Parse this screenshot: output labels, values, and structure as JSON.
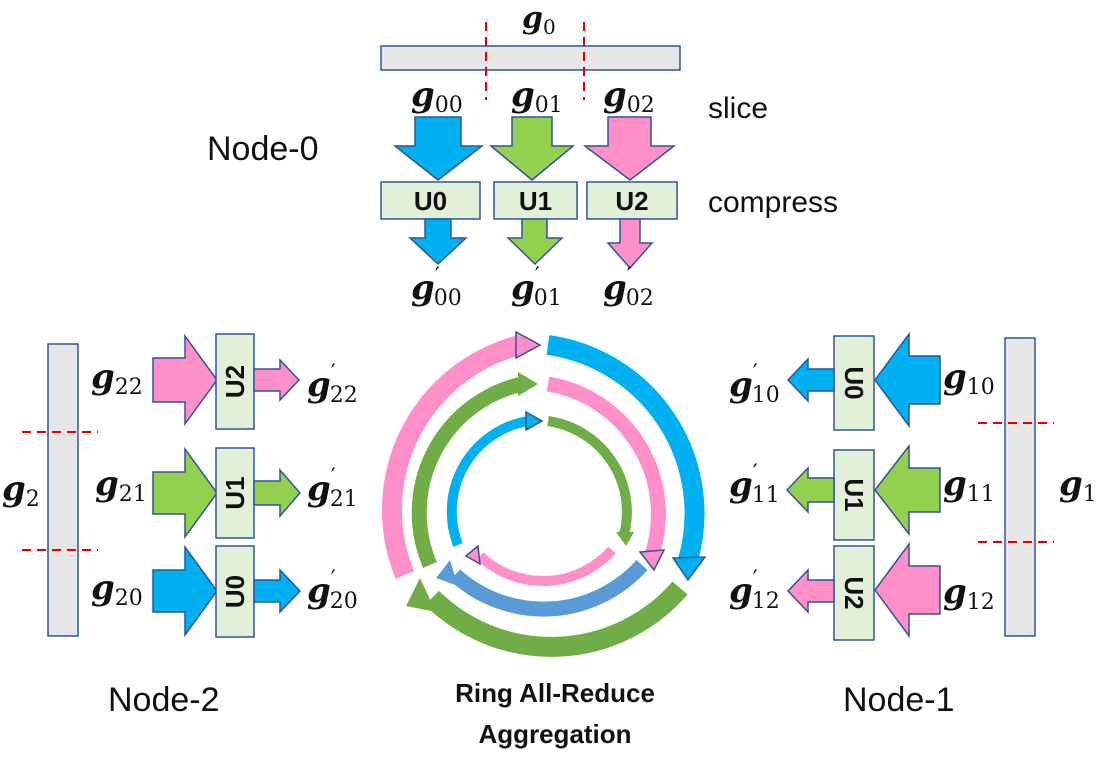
{
  "colors": {
    "blue": "#00b0f0",
    "green": "#92d050",
    "pink": "#ff8fc8",
    "ring_blue": "#5b9bd5",
    "ring_green": "#70ad47",
    "box_fill": "#e2efd9",
    "bar_fill": "#e6e6e6",
    "bar_stroke": "#2f5597",
    "cut_red": "#e00000"
  },
  "nodes": {
    "node0": {
      "title": "Node-0",
      "gradient": {
        "base": "g",
        "sub": "0"
      },
      "slices": [
        {
          "base": "g",
          "sub": "00",
          "unit": "U0",
          "out_sub": "00"
        },
        {
          "base": "g",
          "sub": "01",
          "unit": "U1",
          "out_sub": "01"
        },
        {
          "base": "g",
          "sub": "02",
          "unit": "U2",
          "out_sub": "02"
        }
      ],
      "steps": {
        "slice": "slice",
        "compress": "compress"
      }
    },
    "node1": {
      "title": "Node-1",
      "gradient": {
        "base": "g",
        "sub": "1"
      },
      "slices": [
        {
          "base": "g",
          "sub": "10",
          "unit": "U0",
          "out_sub": "10"
        },
        {
          "base": "g",
          "sub": "11",
          "unit": "U1",
          "out_sub": "11"
        },
        {
          "base": "g",
          "sub": "12",
          "unit": "U2",
          "out_sub": "12"
        }
      ]
    },
    "node2": {
      "title": "Node-2",
      "gradient": {
        "base": "g",
        "sub": "2"
      },
      "slices": [
        {
          "base": "g",
          "sub": "22",
          "unit": "U2",
          "out_sub": "22"
        },
        {
          "base": "g",
          "sub": "21",
          "unit": "U1",
          "out_sub": "21"
        },
        {
          "base": "g",
          "sub": "20",
          "unit": "U0",
          "out_sub": "20"
        }
      ]
    }
  },
  "ring": {
    "caption_line1": "Ring All-Reduce",
    "caption_line2": "Aggregation"
  }
}
